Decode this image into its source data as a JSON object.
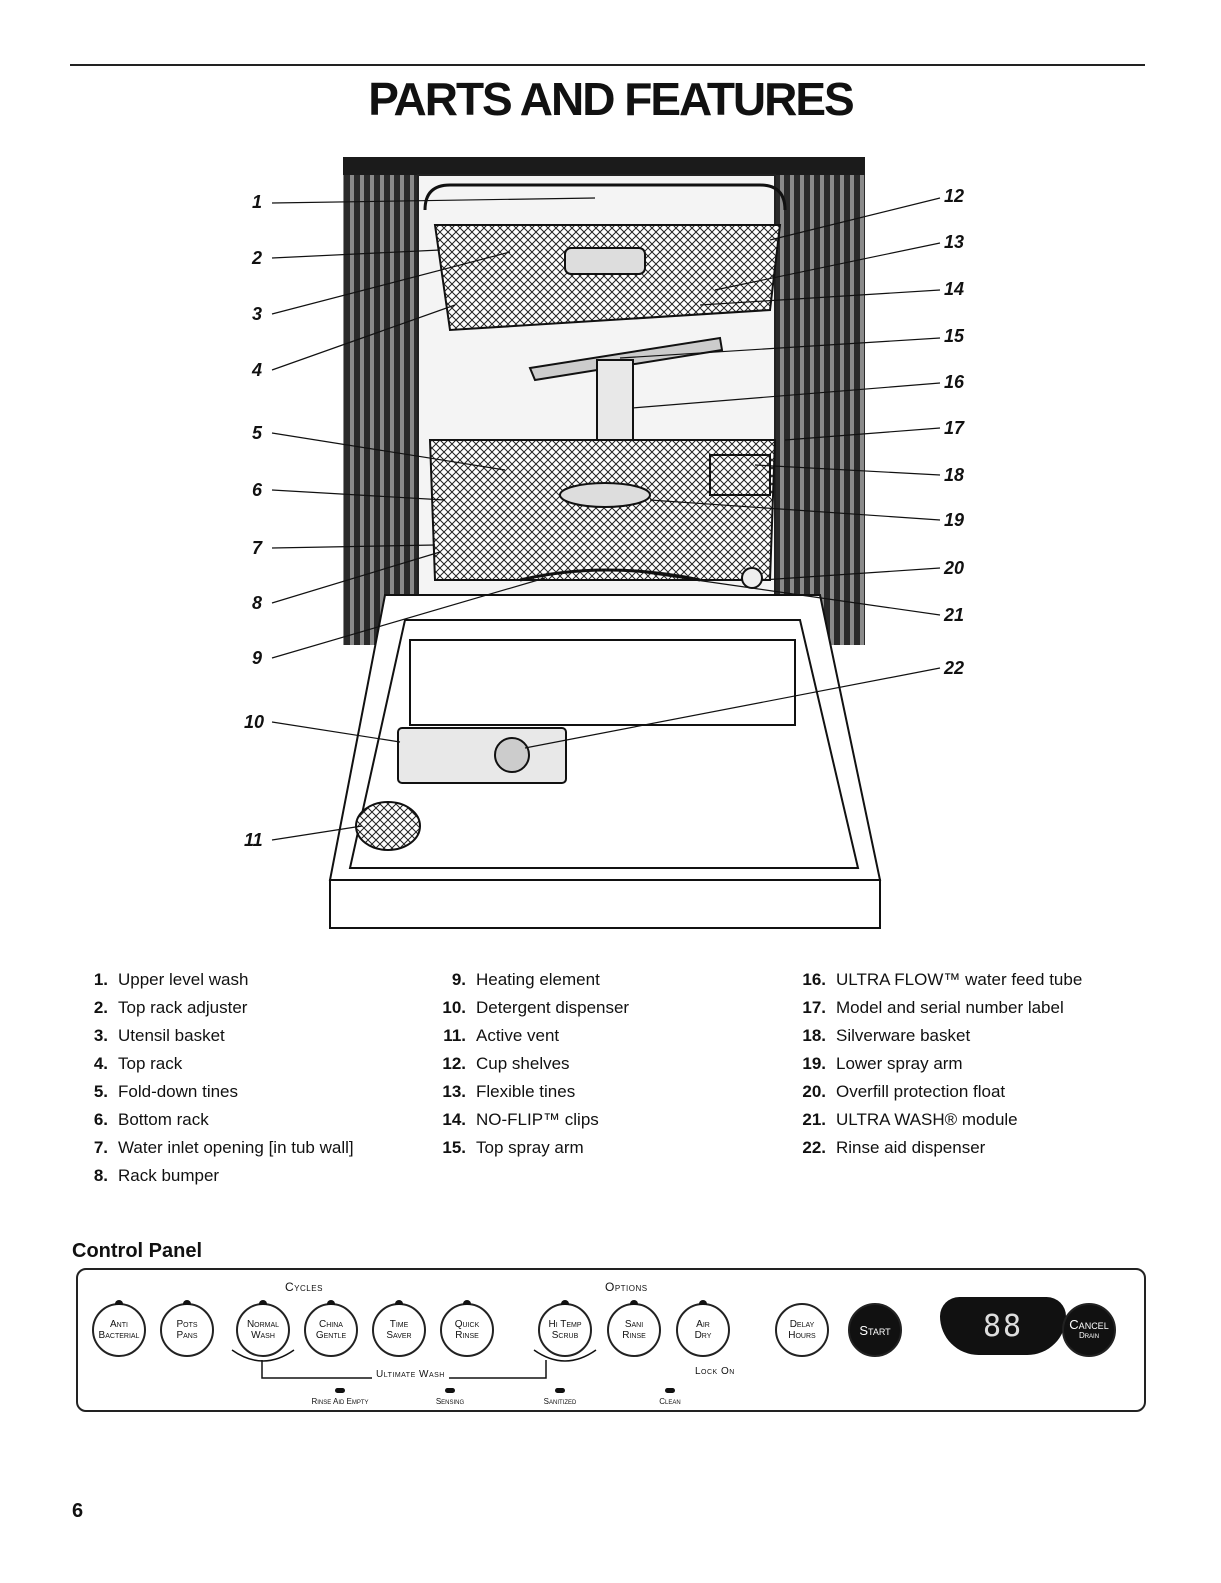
{
  "title": "PARTS AND FEATURES",
  "callouts": [
    "1",
    "2",
    "3",
    "4",
    "5",
    "6",
    "7",
    "8",
    "9",
    "10",
    "11",
    "12",
    "13",
    "14",
    "15",
    "16",
    "17",
    "18",
    "19",
    "20",
    "21",
    "22"
  ],
  "legend": {
    "col1": [
      {
        "num": "1.",
        "text": "Upper level wash"
      },
      {
        "num": "2.",
        "text": "Top rack adjuster"
      },
      {
        "num": "3.",
        "text": "Utensil basket"
      },
      {
        "num": "4.",
        "text": "Top rack"
      },
      {
        "num": "5.",
        "text": "Fold-down tines"
      },
      {
        "num": "6.",
        "text": "Bottom rack"
      },
      {
        "num": "7.",
        "text": "Water inlet opening [in tub wall]"
      },
      {
        "num": "8.",
        "text": "Rack bumper"
      }
    ],
    "col2": [
      {
        "num": "9.",
        "text": "Heating element"
      },
      {
        "num": "10.",
        "text": "Detergent dispenser"
      },
      {
        "num": "11.",
        "text": "Active vent"
      },
      {
        "num": "12.",
        "text": "Cup shelves"
      },
      {
        "num": "13.",
        "text": "Flexible tines"
      },
      {
        "num": "14.",
        "text": "NO-FLIP™ clips"
      },
      {
        "num": "15.",
        "text": "Top spray arm"
      }
    ],
    "col3": [
      {
        "num": "16.",
        "text": "ULTRA FLOW™ water feed tube"
      },
      {
        "num": "17.",
        "text": "Model and serial number label"
      },
      {
        "num": "18.",
        "text": "Silverware basket"
      },
      {
        "num": "19.",
        "text": "Lower spray arm"
      },
      {
        "num": "20.",
        "text": "Overfill protection float"
      },
      {
        "num": "21.",
        "text": "ULTRA WASH® module"
      },
      {
        "num": "22.",
        "text": "Rinse aid dispenser"
      }
    ]
  },
  "control_panel": {
    "heading": "Control Panel",
    "cycles_label": "Cycles",
    "options_label": "Options",
    "ultimate_wash_label": "Ultimate Wash",
    "lock_on_label": "Lock On",
    "buttons": {
      "anti_bacterial": [
        "Anti",
        "Bacterial"
      ],
      "pots_pans": [
        "Pots",
        "Pans"
      ],
      "normal_wash": [
        "Normal",
        "Wash"
      ],
      "china_gentle": [
        "China",
        "Gentle"
      ],
      "time_saver": [
        "Time",
        "Saver"
      ],
      "quick_rinse": [
        "Quick",
        "Rinse"
      ],
      "hi_temp_scrub": [
        "Hi Temp",
        "Scrub"
      ],
      "sani_rinse": [
        "Sani",
        "Rinse"
      ],
      "air_dry": [
        "Air",
        "Dry"
      ],
      "delay_hours": [
        "Delay",
        "Hours"
      ],
      "start": "Start",
      "cancel": "Cancel",
      "drain": "Drain"
    },
    "display": "88",
    "indicators": [
      "Rinse Aid Empty",
      "Sensing",
      "Sanitized",
      "Clean"
    ]
  },
  "page_number": "6"
}
